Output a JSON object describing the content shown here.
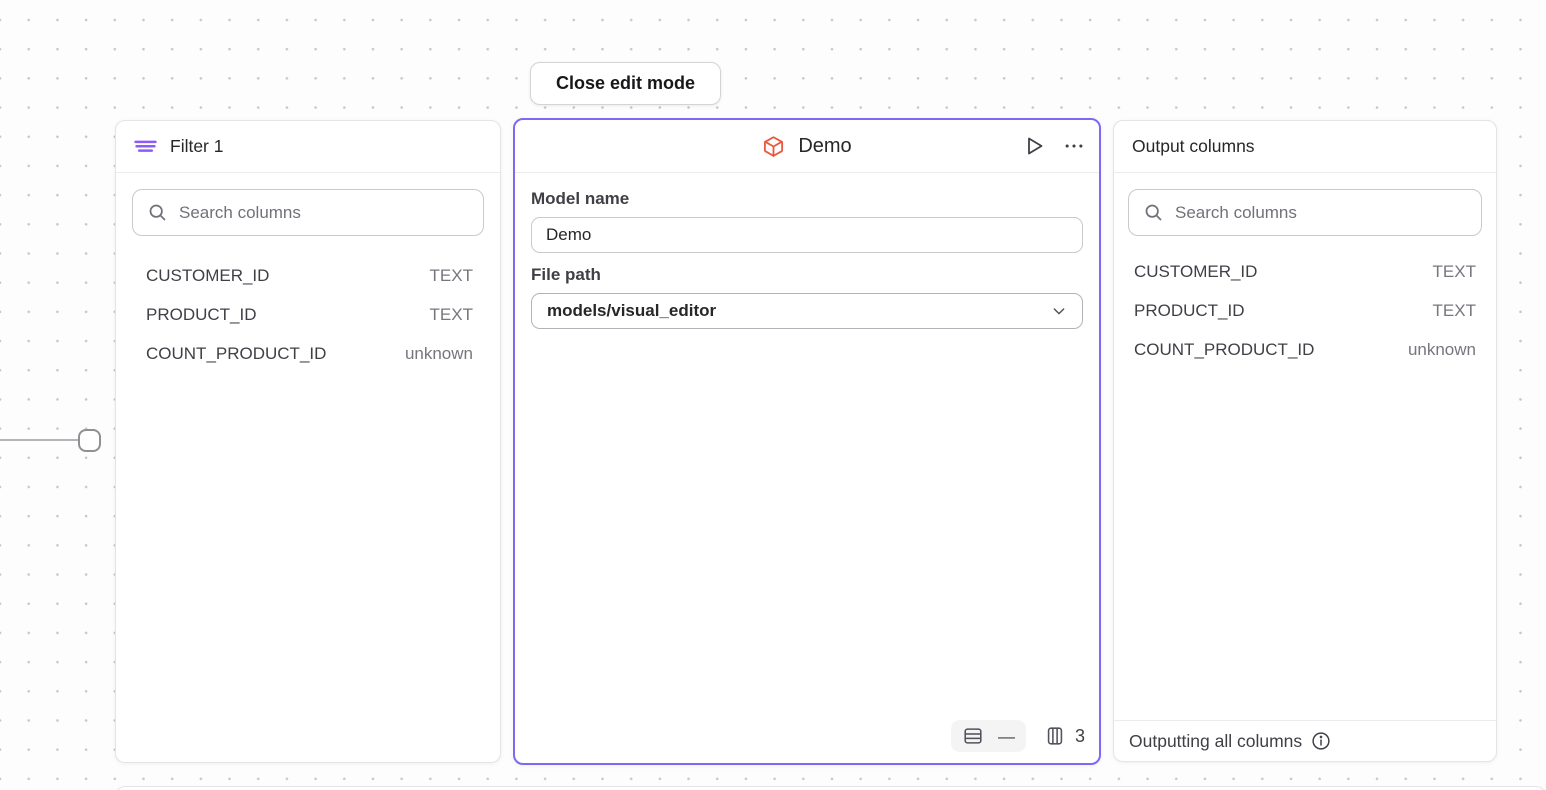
{
  "colors": {
    "selected_node_border": "#7c6bf2",
    "filter_icon": "#8b5cf6",
    "model_icon": "#e8593f",
    "canvas_dot": "#c6c6cc"
  },
  "toolbar": {
    "close_edit_mode": "Close edit mode"
  },
  "filter_panel": {
    "title": "Filter 1",
    "search_placeholder": "Search columns",
    "columns": [
      {
        "name": "CUSTOMER_ID",
        "type": "TEXT"
      },
      {
        "name": "PRODUCT_ID",
        "type": "TEXT"
      },
      {
        "name": "COUNT_PRODUCT_ID",
        "type": "unknown"
      }
    ]
  },
  "model_panel": {
    "title": "Demo",
    "model_name": {
      "label": "Model name",
      "value": "Demo"
    },
    "file_path": {
      "label": "File path",
      "value": "models/visual_editor"
    },
    "footer": {
      "row_count": "—",
      "column_count": "3"
    }
  },
  "output_panel": {
    "title": "Output columns",
    "search_placeholder": "Search columns",
    "columns": [
      {
        "name": "CUSTOMER_ID",
        "type": "TEXT"
      },
      {
        "name": "PRODUCT_ID",
        "type": "TEXT"
      },
      {
        "name": "COUNT_PRODUCT_ID",
        "type": "unknown"
      }
    ],
    "footer_text": "Outputting all columns"
  }
}
